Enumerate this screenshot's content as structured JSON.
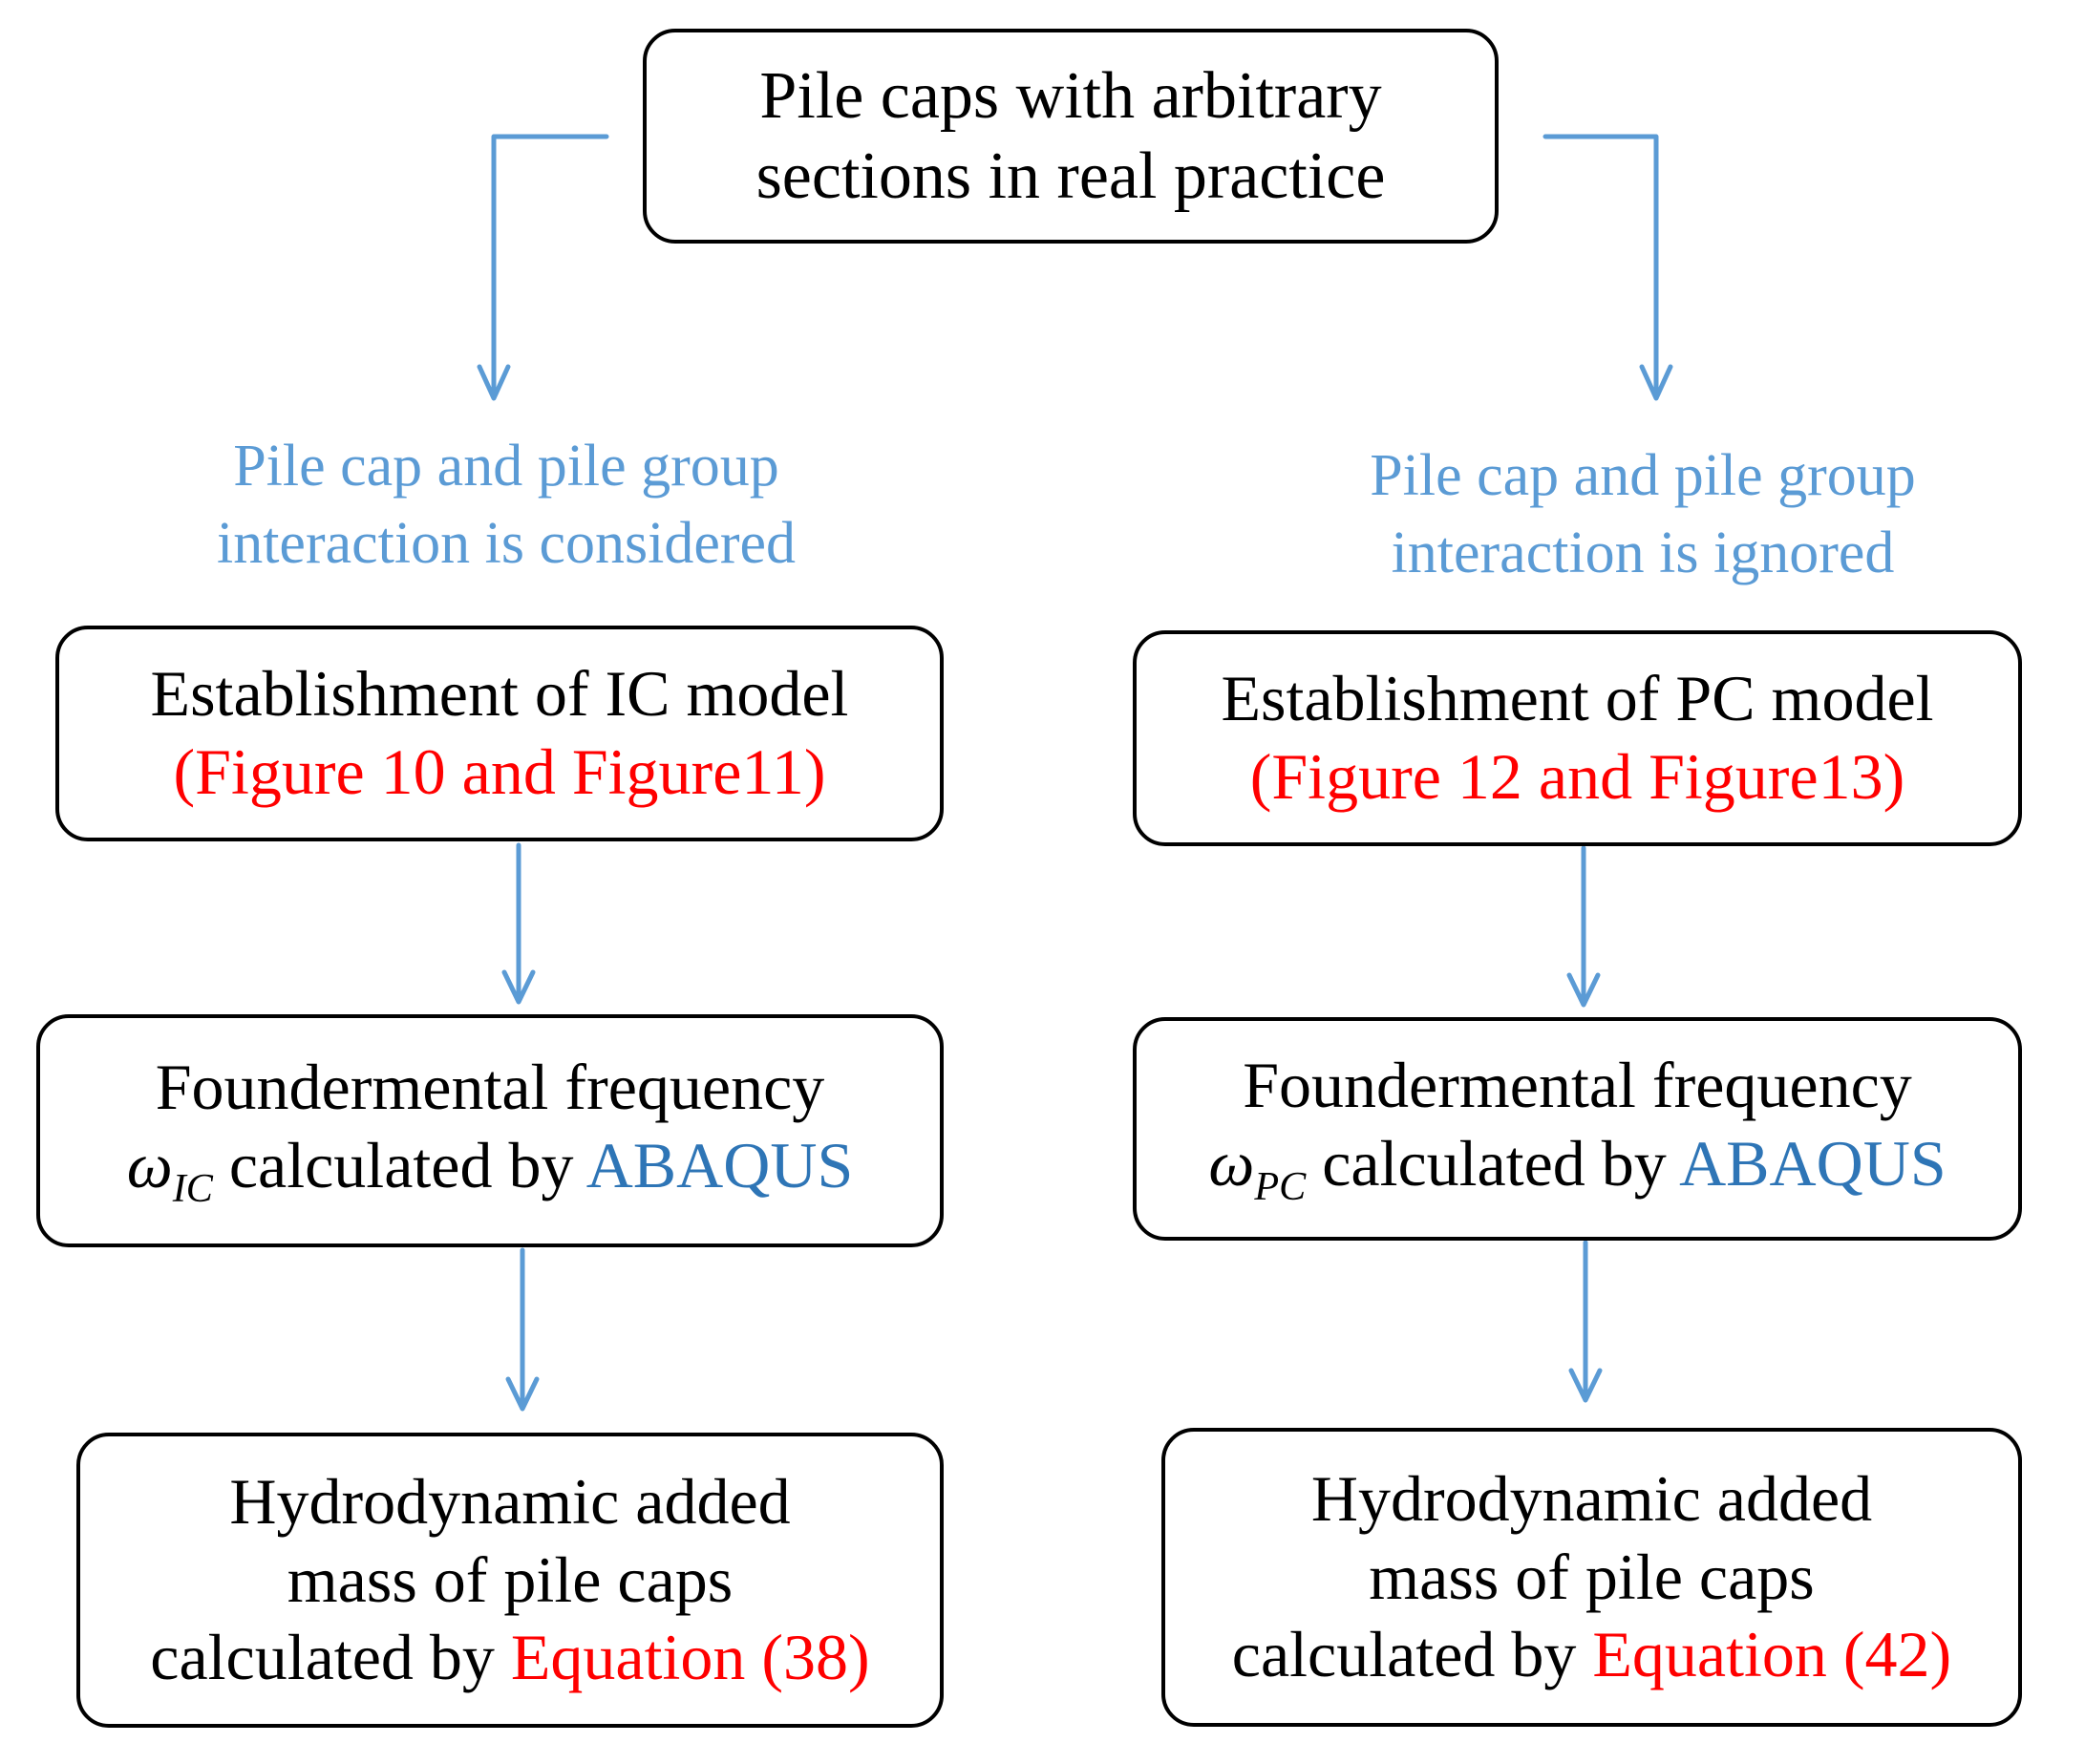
{
  "colors": {
    "border": "#000000",
    "arrow": "#5b9bd5",
    "branch_text": "#5b9bd5",
    "reference": "#ff0000",
    "software": "#2e75b6"
  },
  "top": {
    "line1": "Pile caps with arbitrary",
    "line2": "sections in real practice"
  },
  "left": {
    "branch_line1": "Pile cap and pile group",
    "branch_line2": "interaction is considered",
    "model_line1": "Establishment of IC model",
    "model_line2": "(Figure 10 and Figure11)",
    "freq_line1": "Foundermental frequency",
    "freq_symbol": "ω",
    "freq_subscript": "IC",
    "freq_text": " calculated by ",
    "freq_software": "ABAQUS",
    "mass_line1": "Hydrodynamic added",
    "mass_line2": "mass of pile caps",
    "mass_text": "calculated by ",
    "mass_ref": "Equation (38)"
  },
  "right": {
    "branch_line1": "Pile cap and pile group",
    "branch_line2": "interaction is ignored",
    "model_line1": "Establishment of PC model",
    "model_line2": "(Figure 12 and Figure13)",
    "freq_line1": "Foundermental frequency",
    "freq_symbol": "ω",
    "freq_subscript": "PC",
    "freq_text": " calculated by ",
    "freq_software": "ABAQUS",
    "mass_line1": "Hydrodynamic added",
    "mass_line2": "mass of pile caps",
    "mass_text": "calculated by ",
    "mass_ref": "Equation (42)"
  }
}
